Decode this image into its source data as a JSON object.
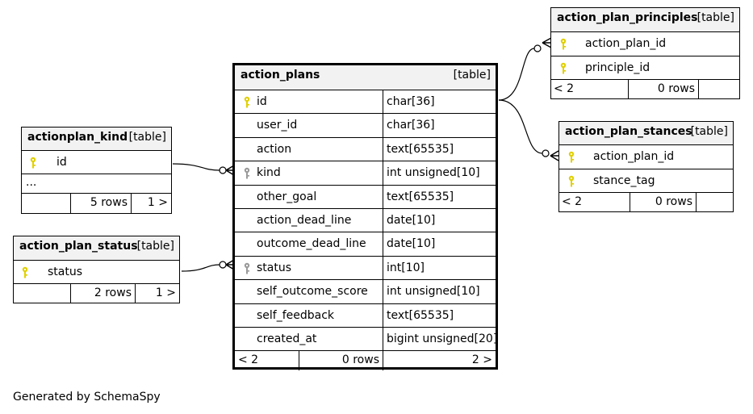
{
  "footer": "Generated by SchemaSpy",
  "icons": {
    "primary_key": "key-icon-yellow",
    "foreign_key": "key-icon-gray"
  },
  "colors": {
    "primary_key": "#e0d000",
    "foreign_key": "#9a9a9a",
    "header_bg": "#f2f2f2"
  },
  "tables": {
    "action_plans": {
      "name": "action_plans",
      "type": "[table]",
      "columns": [
        {
          "name": "id",
          "type": "char[36]",
          "key": "primary"
        },
        {
          "name": "user_id",
          "type": "char[36]",
          "key": ""
        },
        {
          "name": "action",
          "type": "text[65535]",
          "key": ""
        },
        {
          "name": "kind",
          "type": "int unsigned[10]",
          "key": "foreign"
        },
        {
          "name": "other_goal",
          "type": "text[65535]",
          "key": ""
        },
        {
          "name": "action_dead_line",
          "type": "date[10]",
          "key": ""
        },
        {
          "name": "outcome_dead_line",
          "type": "date[10]",
          "key": ""
        },
        {
          "name": "status",
          "type": "int[10]",
          "key": "foreign"
        },
        {
          "name": "self_outcome_score",
          "type": "int unsigned[10]",
          "key": ""
        },
        {
          "name": "self_feedback",
          "type": "text[65535]",
          "key": ""
        },
        {
          "name": "created_at",
          "type": "bigint unsigned[20]",
          "key": ""
        }
      ],
      "footer": {
        "parents": "< 2",
        "rows": "0 rows",
        "children": "2 >"
      }
    },
    "actionplan_kind": {
      "name": "actionplan_kind",
      "type": "[table]",
      "columns": [
        {
          "name": "id",
          "key": "primary"
        }
      ],
      "ellipsis": "...",
      "footer": {
        "parents": "",
        "rows": "5 rows",
        "children": "1 >"
      }
    },
    "action_plan_status": {
      "name": "action_plan_status",
      "type": "[table]",
      "columns": [
        {
          "name": "status",
          "key": "primary"
        }
      ],
      "footer": {
        "parents": "",
        "rows": "2 rows",
        "children": "1 >"
      }
    },
    "action_plan_principles": {
      "name": "action_plan_principles",
      "type": "[table]",
      "columns": [
        {
          "name": "action_plan_id",
          "key": "primary"
        },
        {
          "name": "principle_id",
          "key": "primary"
        }
      ],
      "footer": {
        "parents": "< 2",
        "rows": "0 rows",
        "children": ""
      }
    },
    "action_plan_stances": {
      "name": "action_plan_stances",
      "type": "[table]",
      "columns": [
        {
          "name": "action_plan_id",
          "key": "primary"
        },
        {
          "name": "stance_tag",
          "key": "primary"
        }
      ],
      "footer": {
        "parents": "< 2",
        "rows": "0 rows",
        "children": ""
      }
    }
  }
}
